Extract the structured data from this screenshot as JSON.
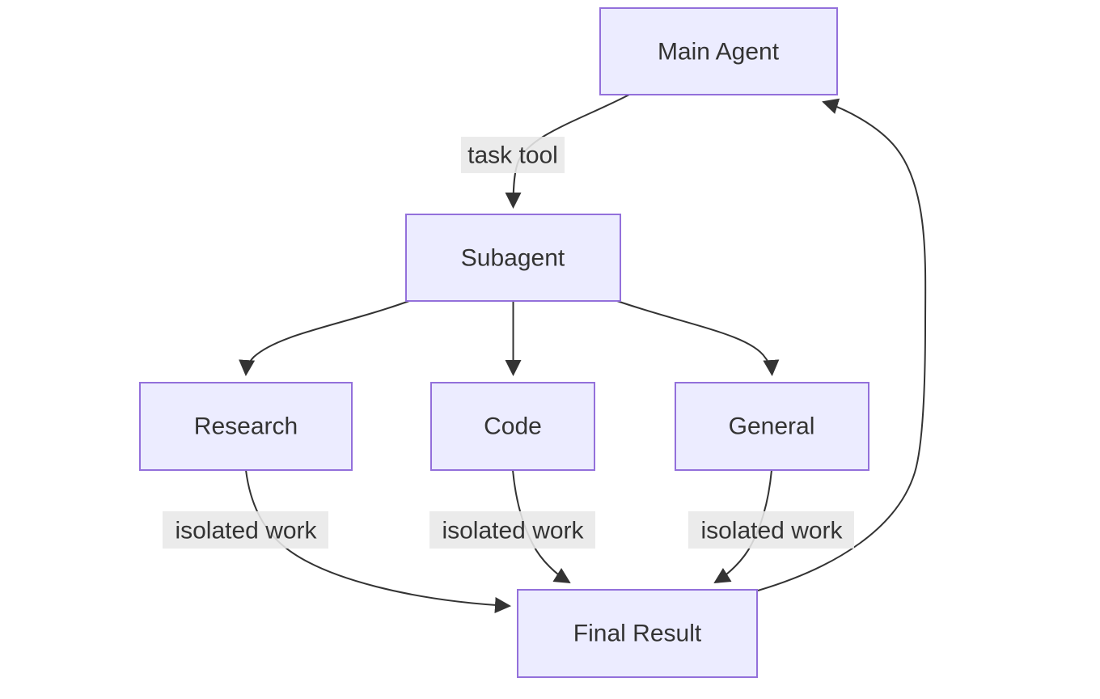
{
  "diagram": {
    "type": "flowchart",
    "direction": "top-down",
    "nodes": [
      {
        "id": "main",
        "label": "Main Agent"
      },
      {
        "id": "subagent",
        "label": "Subagent"
      },
      {
        "id": "research",
        "label": "Research"
      },
      {
        "id": "code",
        "label": "Code"
      },
      {
        "id": "general",
        "label": "General"
      },
      {
        "id": "final",
        "label": "Final Result"
      }
    ],
    "edges": [
      {
        "from": "main",
        "to": "subagent",
        "label": "task tool"
      },
      {
        "from": "subagent",
        "to": "research",
        "label": ""
      },
      {
        "from": "subagent",
        "to": "code",
        "label": ""
      },
      {
        "from": "subagent",
        "to": "general",
        "label": ""
      },
      {
        "from": "research",
        "to": "final",
        "label": "isolated work"
      },
      {
        "from": "code",
        "to": "final",
        "label": "isolated work"
      },
      {
        "from": "general",
        "to": "final",
        "label": "isolated work"
      },
      {
        "from": "final",
        "to": "main",
        "label": ""
      }
    ],
    "colors": {
      "node_fill": "#ECECFF",
      "node_border": "#9370DB",
      "edge_line": "#333333",
      "edge_label_bg": "#e8e8e8",
      "text": "#333333",
      "background": "#ffffff"
    }
  }
}
